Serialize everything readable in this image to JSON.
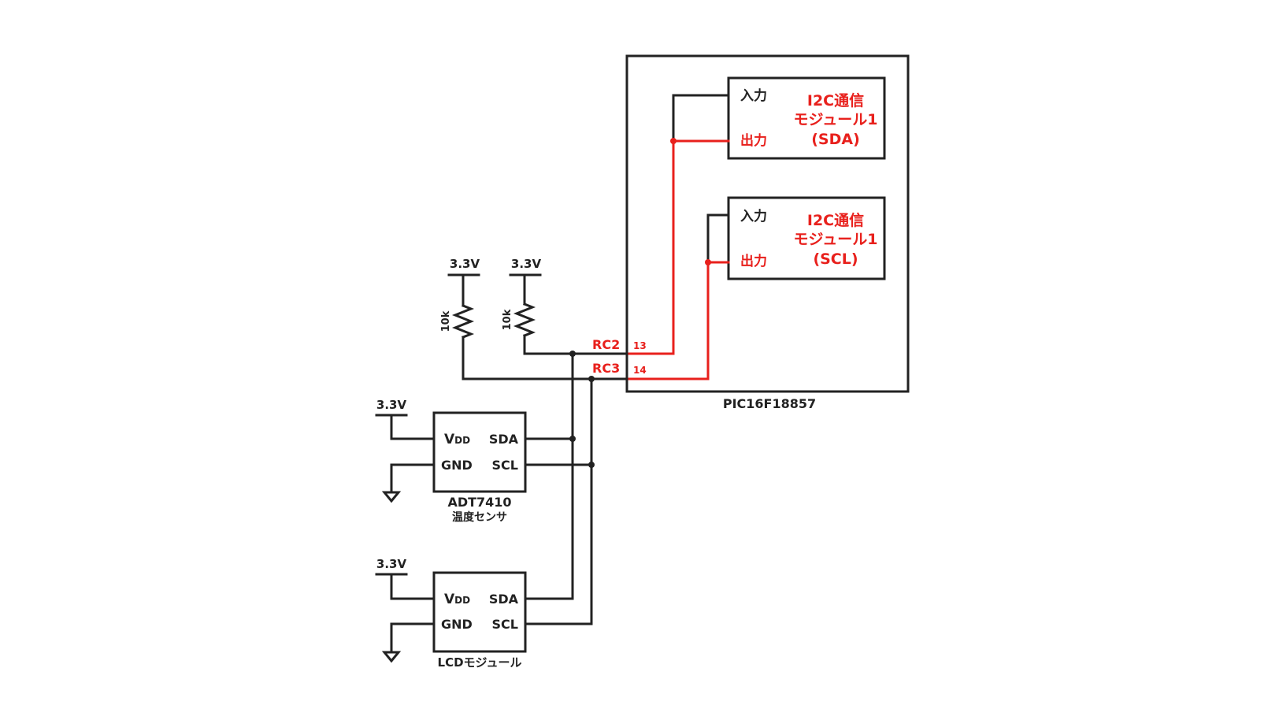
{
  "colors": {
    "line": "#222222",
    "signal": "#e8201c",
    "background": "#ffffff"
  },
  "mcu": {
    "name": "PIC16F18857",
    "pins": [
      {
        "name": "RC2",
        "number": "13"
      },
      {
        "name": "RC3",
        "number": "14"
      }
    ]
  },
  "i2c_modules": [
    {
      "input_label": "入力",
      "output_label": "出力",
      "title_line1": "I2C通信",
      "title_line2": "モジュール1",
      "title_line3": "(SDA)"
    },
    {
      "input_label": "入力",
      "output_label": "出力",
      "title_line1": "I2C通信",
      "title_line2": "モジュール1",
      "title_line3": "(SCL)"
    }
  ],
  "pullups": [
    {
      "supply": "3.3V",
      "value": "10k"
    },
    {
      "supply": "3.3V",
      "value": "10k"
    }
  ],
  "sensor": {
    "supply": "3.3V",
    "vdd_main": "V",
    "vdd_sub": "DD",
    "gnd": "GND",
    "sda": "SDA",
    "scl": "SCL",
    "name": "ADT7410",
    "subtitle": "温度センサ"
  },
  "lcd": {
    "supply": "3.3V",
    "vdd_main": "V",
    "vdd_sub": "DD",
    "gnd": "GND",
    "sda": "SDA",
    "scl": "SCL",
    "name": "LCDモジュール"
  }
}
